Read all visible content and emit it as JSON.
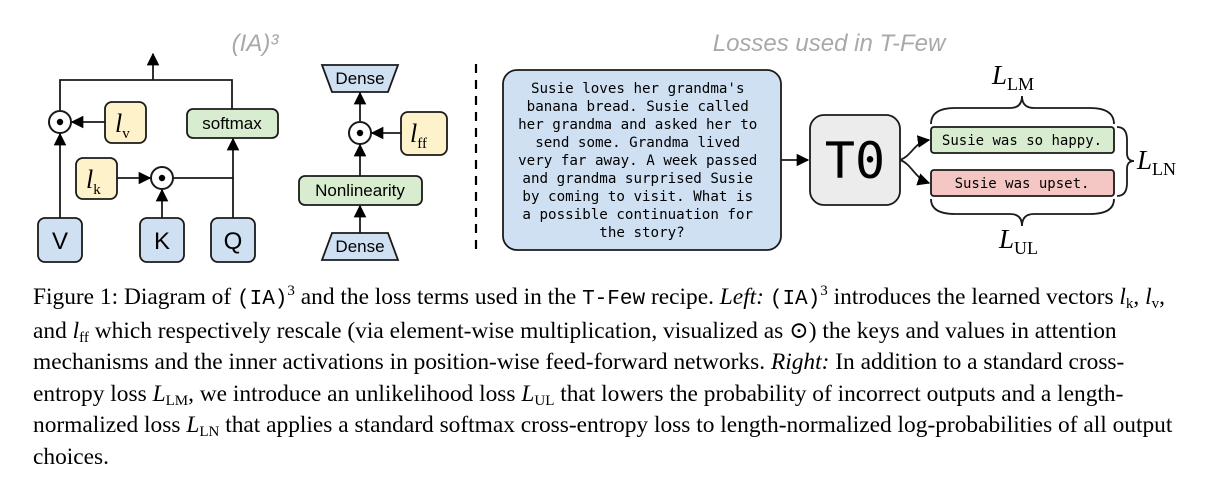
{
  "figure": {
    "left_title": "(IA)³",
    "right_title": "Losses used in T-Few",
    "ia3": {
      "v_label": "V",
      "k_label": "K",
      "q_label": "Q",
      "lv_main": "l",
      "lv_sub": "v",
      "lk_main": "l",
      "lk_sub": "k",
      "softmax_label": "softmax",
      "dense_top": "Dense",
      "dense_bottom": "Dense",
      "nonlinearity_label": "Nonlinearity",
      "lff_main": "l",
      "lff_sub": "ff"
    },
    "tfew": {
      "prompt_lines": [
        "Susie loves her grandma's",
        "banana bread. Susie called",
        "her grandma and asked her to",
        "send some. Grandma lived",
        "very far away. A week passed",
        "and grandma surprised Susie",
        "by coming to visit. What is",
        "a possible continuation for",
        "the story?"
      ],
      "model_label": "T0",
      "answer_correct": "Susie was so happy.",
      "answer_incorrect": "Susie was upset.",
      "loss_lm_main": "L",
      "loss_lm_sub": "LM",
      "loss_ln_main": "L",
      "loss_ln_sub": "LN",
      "loss_ul_main": "L",
      "loss_ul_sub": "UL"
    },
    "colors": {
      "blue_fill": "#cfe0f3",
      "yellow_fill": "#fdf2c9",
      "green_fill": "#d8eccf",
      "red_fill": "#f5c7c4",
      "gray_fill": "#ececec",
      "title_gray": "#a9a9a9"
    }
  },
  "caption": {
    "fig_label": "Figure 1: Diagram of",
    "ia3_code": "(IA)",
    "ia3_sup": "3",
    "part1": "and the loss terms used in the",
    "tfew_code": "T-Few",
    "part2": "recipe.",
    "left_label": "Left:",
    "ia3_code_2": "(IA)",
    "ia3_sup_2": "3",
    "part3": "introduces the",
    "line2_a": "learned vectors",
    "lk": "l",
    "lk_sub": "k",
    "sep1": ",",
    "lv": "l",
    "lv_sub": "v",
    "sep2": ", and",
    "lff": "l",
    "lff_sub": "ff",
    "line2_b": "which respectively rescale (via element-wise multiplication, visualized as",
    "odot": "⊙",
    "line3": ") the keys and values in attention mechanisms and the inner activations in position-wise feed-forward",
    "line4_a": "networks.",
    "right_label": "Right:",
    "line4_b": "In addition to a standard cross-entropy loss",
    "llm": "L",
    "llm_sub": "LM",
    "line4_c": ", we introduce an unlikelihood loss",
    "lul": "L",
    "lul_sub": "UL",
    "line5_a": "that lowers the probability of incorrect outputs and a length-normalized loss",
    "lln": "L",
    "lln_sub": "LN",
    "line5_b": "that applies a",
    "line6_a": "standard",
    "softmax_word": "softmax",
    "line6_b": "cross-entropy loss to length-normalized log-probabilities of all output choices."
  }
}
